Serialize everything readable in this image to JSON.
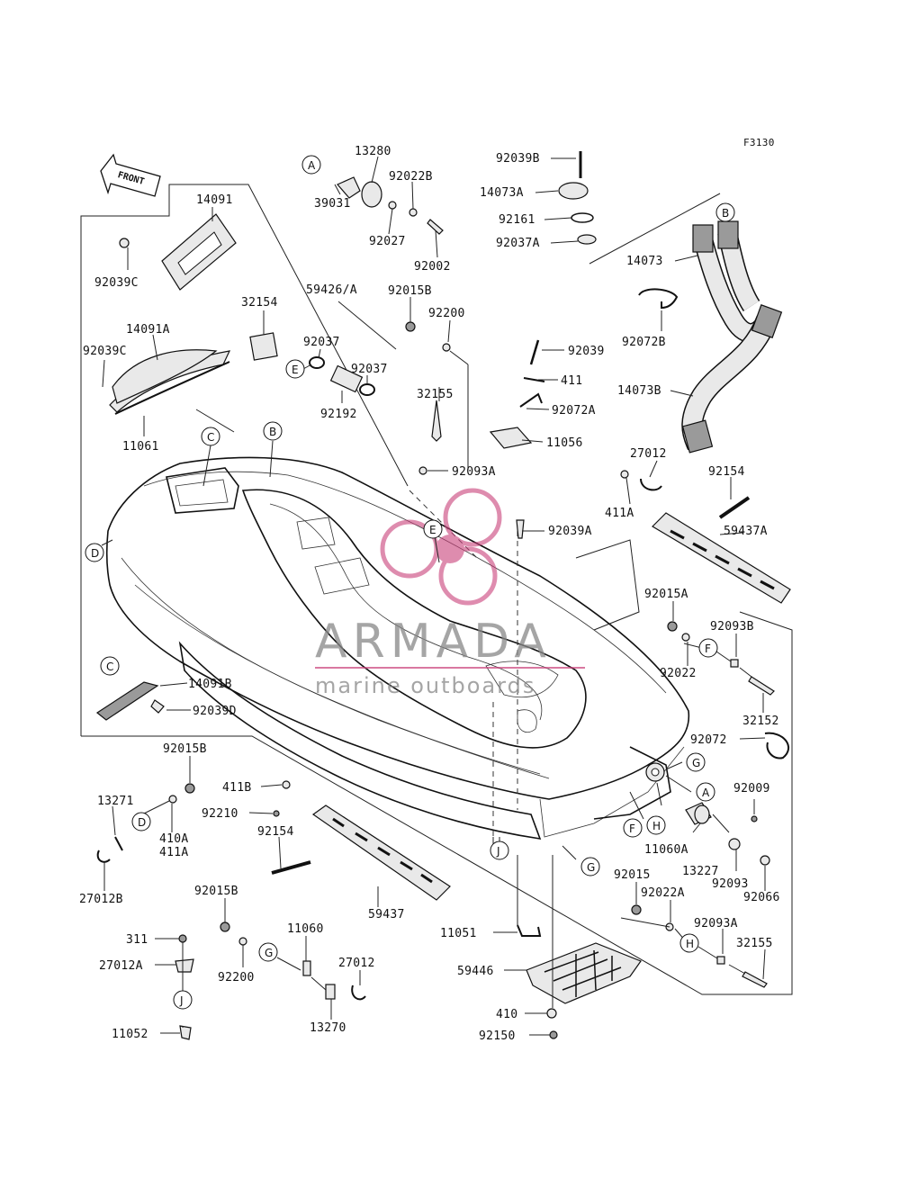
{
  "figure_code": "F3130",
  "front_label": "FRONT",
  "watermark": {
    "brand": "ARMADA",
    "tagline": "marine outboards",
    "color": "#c9407a"
  },
  "part_labels": [
    "13280",
    "92022B",
    "39031",
    "92027",
    "92002",
    "92039B",
    "14073A",
    "92161",
    "92037A",
    "14073",
    "14073B",
    "92072B",
    "14091",
    "92039C",
    "14091A",
    "11061",
    "32154",
    "92037",
    "92192",
    "59426/A",
    "92015B",
    "92200",
    "92039",
    "411",
    "92072A",
    "11056",
    "32155",
    "92093A",
    "27012",
    "411A",
    "92154",
    "59437A",
    "92039A",
    "92015A",
    "92093B",
    "92022",
    "32152",
    "92072",
    "14091B",
    "92039D",
    "411B",
    "92210",
    "13271",
    "410A",
    "411A",
    "27012B",
    "92009",
    "11060A",
    "13227",
    "92093",
    "92066",
    "92015",
    "92022A",
    "59437",
    "311",
    "27012A",
    "11052",
    "11060",
    "13270",
    "11051",
    "59446",
    "410",
    "92150"
  ],
  "reference_letters": [
    "A",
    "B",
    "C",
    "D",
    "E",
    "F",
    "G",
    "H",
    "J"
  ]
}
